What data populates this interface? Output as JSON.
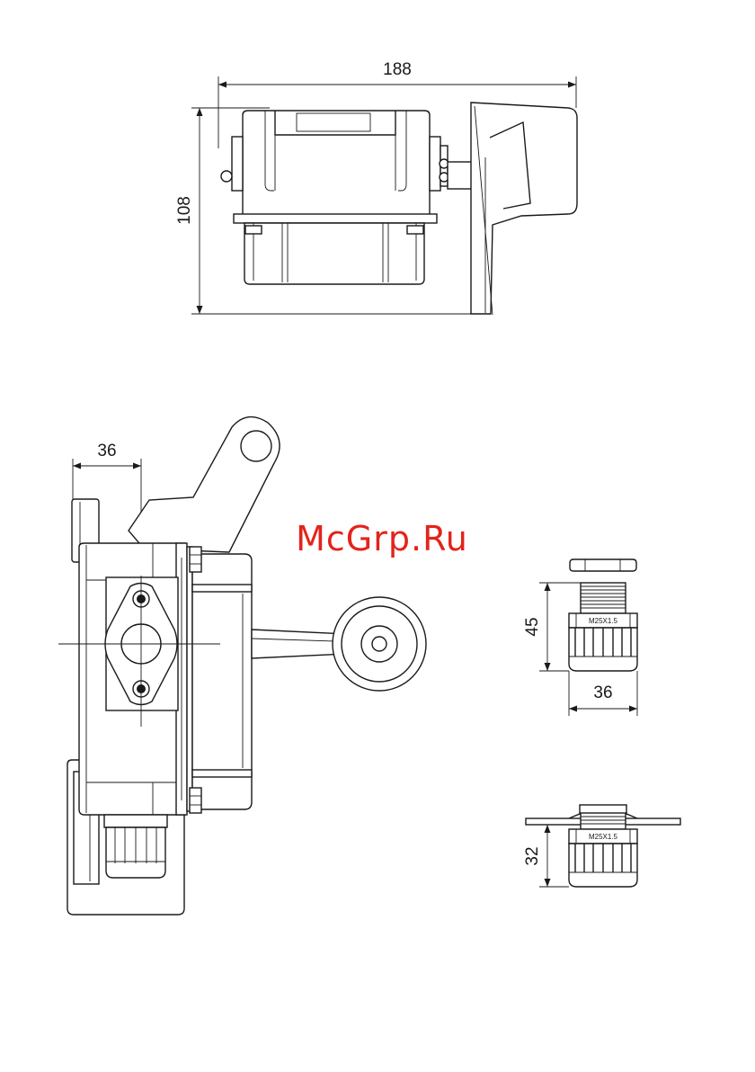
{
  "diagram": {
    "top_view": {
      "width_label": "188",
      "height_label": "108"
    },
    "side_view": {
      "offset_label": "36"
    },
    "gland_front": {
      "height_label": "45",
      "width_label": "36",
      "thread_label": "M25X1.5"
    },
    "gland_mounted": {
      "height_label": "32",
      "thread_label": "M25X1.5"
    },
    "watermark": "McGrp.Ru"
  }
}
